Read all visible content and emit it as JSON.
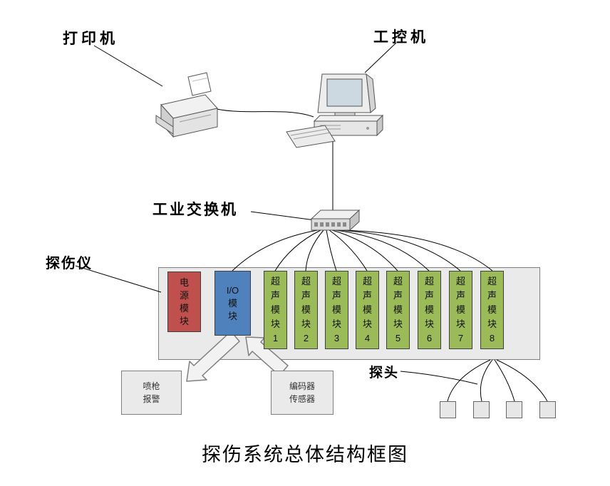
{
  "title": "探伤系统总体结构框图",
  "labels": {
    "printer": "打印机",
    "computer": "工控机",
    "switch": "工业交换机",
    "detector": "探伤仪",
    "probe": "探头"
  },
  "detector": {
    "modules": [
      {
        "id": "power-module",
        "text": "电\n源\n模\n块",
        "color": "#C0504D"
      },
      {
        "id": "io-module",
        "text": "I/O\n模\n块",
        "color": "#4F81BD"
      },
      {
        "id": "ultrasonic-module-1",
        "text": "超\n声\n模\n块\n1",
        "color": "#9BBB59"
      },
      {
        "id": "ultrasonic-module-2",
        "text": "超\n声\n模\n块\n2",
        "color": "#9BBB59"
      },
      {
        "id": "ultrasonic-module-3",
        "text": "超\n声\n模\n块\n3",
        "color": "#9BBB59"
      },
      {
        "id": "ultrasonic-module-4",
        "text": "超\n声\n模\n块\n4",
        "color": "#9BBB59"
      },
      {
        "id": "ultrasonic-module-5",
        "text": "超\n声\n模\n块\n5",
        "color": "#9BBB59"
      },
      {
        "id": "ultrasonic-module-6",
        "text": "超\n声\n模\n块\n6",
        "color": "#9BBB59"
      },
      {
        "id": "ultrasonic-module-7",
        "text": "超\n声\n模\n块\n7",
        "color": "#9BBB59"
      },
      {
        "id": "ultrasonic-module-8",
        "text": "超\n声\n模\n块\n8",
        "color": "#9BBB59"
      }
    ]
  },
  "boxes": {
    "alarm": "喷枪\n报警",
    "encoder": "编码器\n传感器"
  },
  "colors": {
    "power_module": "#C0504D",
    "io_module": "#4F81BD",
    "ultrasonic_module": "#9BBB59",
    "panel_background": "#EAEAEA",
    "line": "#000000"
  }
}
